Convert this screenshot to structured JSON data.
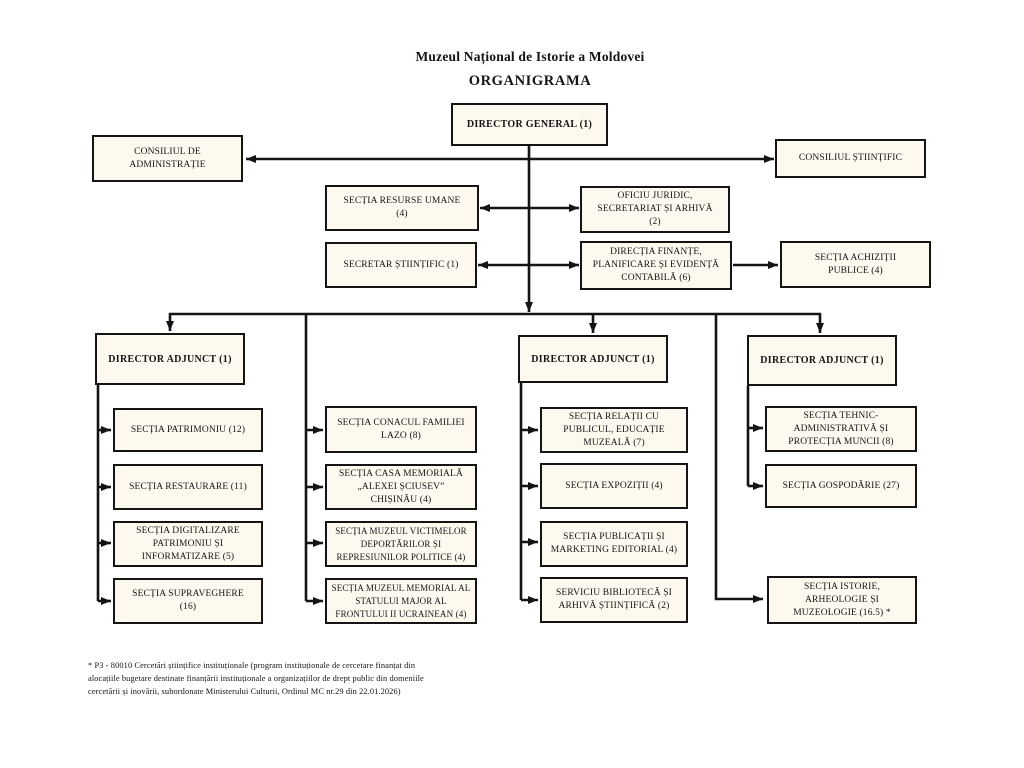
{
  "header": {
    "title": "Muzeul Național de Istorie a Moldovei",
    "subtitle": "ORGANIGRAMA"
  },
  "nodes": {
    "director_general": "DIRECTOR GENERAL (1)",
    "consiliul_administratie": "CONSILIUL DE\nADMINISTRAȚIE",
    "consiliul_stiintific": "CONSILIUL ȘTIINȚIFIC",
    "resurse_umane": "SECȚIA RESURSE UMANE\n(4)",
    "oficiu_juridic": "OFICIU JURIDIC,\nSECRETARIAT ȘI ARHIVĂ\n(2)",
    "secretar_stiintific": "SECRETAR ȘTIINȚIFIC  (1)",
    "directia_finante": "DIRECȚIA FINANȚE,\nPLANIFICARE ȘI EVIDENȚĂ\nCONTABILĂ  (6)",
    "achizitii_publice": "SECȚIA ACHIZIȚII\nPUBLICE (4)",
    "director_adjunct_1": "DIRECTOR ADJUNCT (1)",
    "director_adjunct_2": "DIRECTOR ADJUNCT (1)",
    "director_adjunct_3": "DIRECTOR ADJUNCT (1)",
    "patrimoniu": "SECȚIA PATRIMONIU (12)",
    "restaurare": "SECȚIA RESTAURARE (11)",
    "digitalizare": "SECȚIA DIGITALIZARE\nPATRIMONIU ȘI\nINFORMATIZARE  (5)",
    "supraveghere": "SECȚIA SUPRAVEGHERE\n(16)",
    "conacul_lazo": "SECȚIA CONACUL FAMILIEI\nLAZO (8)",
    "casa_memoriala": "SECȚIA CASA MEMORIALĂ\n„ALEXEI ȘCIUSEV”\nCHIȘINĂU (4)",
    "muzeul_victimelor": "SECȚIA MUZEUL VICTIMELOR\nDEPORTĂRILOR ȘI\nREPRESIUNILOR POLITICE (4)",
    "muzeul_memorial": "SECȚIA MUZEUL MEMORIAL AL\nSTATULUI MAJOR AL\nFRONTULUI II UCRAINEAN (4)",
    "relatii_publicul": "SECȚIA RELAȚII CU\nPUBLICUL, EDUCAȚIE\nMUZEALĂ (7)",
    "expozitii": "SECȚIA  EXPOZIȚII (4)",
    "publicatii": "SECȚIA PUBLICAȚII ȘI\nMARKETING EDITORIAL (4)",
    "biblioteca": "SERVICIU BIBLIOTECĂ ȘI\nARHIVĂ ȘTIINȚIFICĂ (2)",
    "tehnic_administrativa": "SECȚIA TEHNIC-\nADMINISTRATIVĂ ȘI\nPROTECȚIA MUNCII (8)",
    "gospodarie": "SECȚIA GOSPODĂRIE (27)",
    "istorie": "SECȚIA ISTORIE,\nARHEOLOGIE ȘI\nMUZEOLOGIE (16.5) *"
  },
  "footnote": "* P3 - 80010 Cercetări științifice instituționale (program instituționale de cercetare finanțat din\nalocațiile bugetare destinate finanțării instituționale a organizațiilor de drept public din domeniile\ncercetării și inovării, subordonate Ministerului Culturii, Ordinul MC nr.29 din 22.01.2026)",
  "colors": {
    "background": "#ffffff",
    "box_fill": "#fdf9ee",
    "box_border": "#141414",
    "line": "#141414",
    "text": "#141414"
  }
}
